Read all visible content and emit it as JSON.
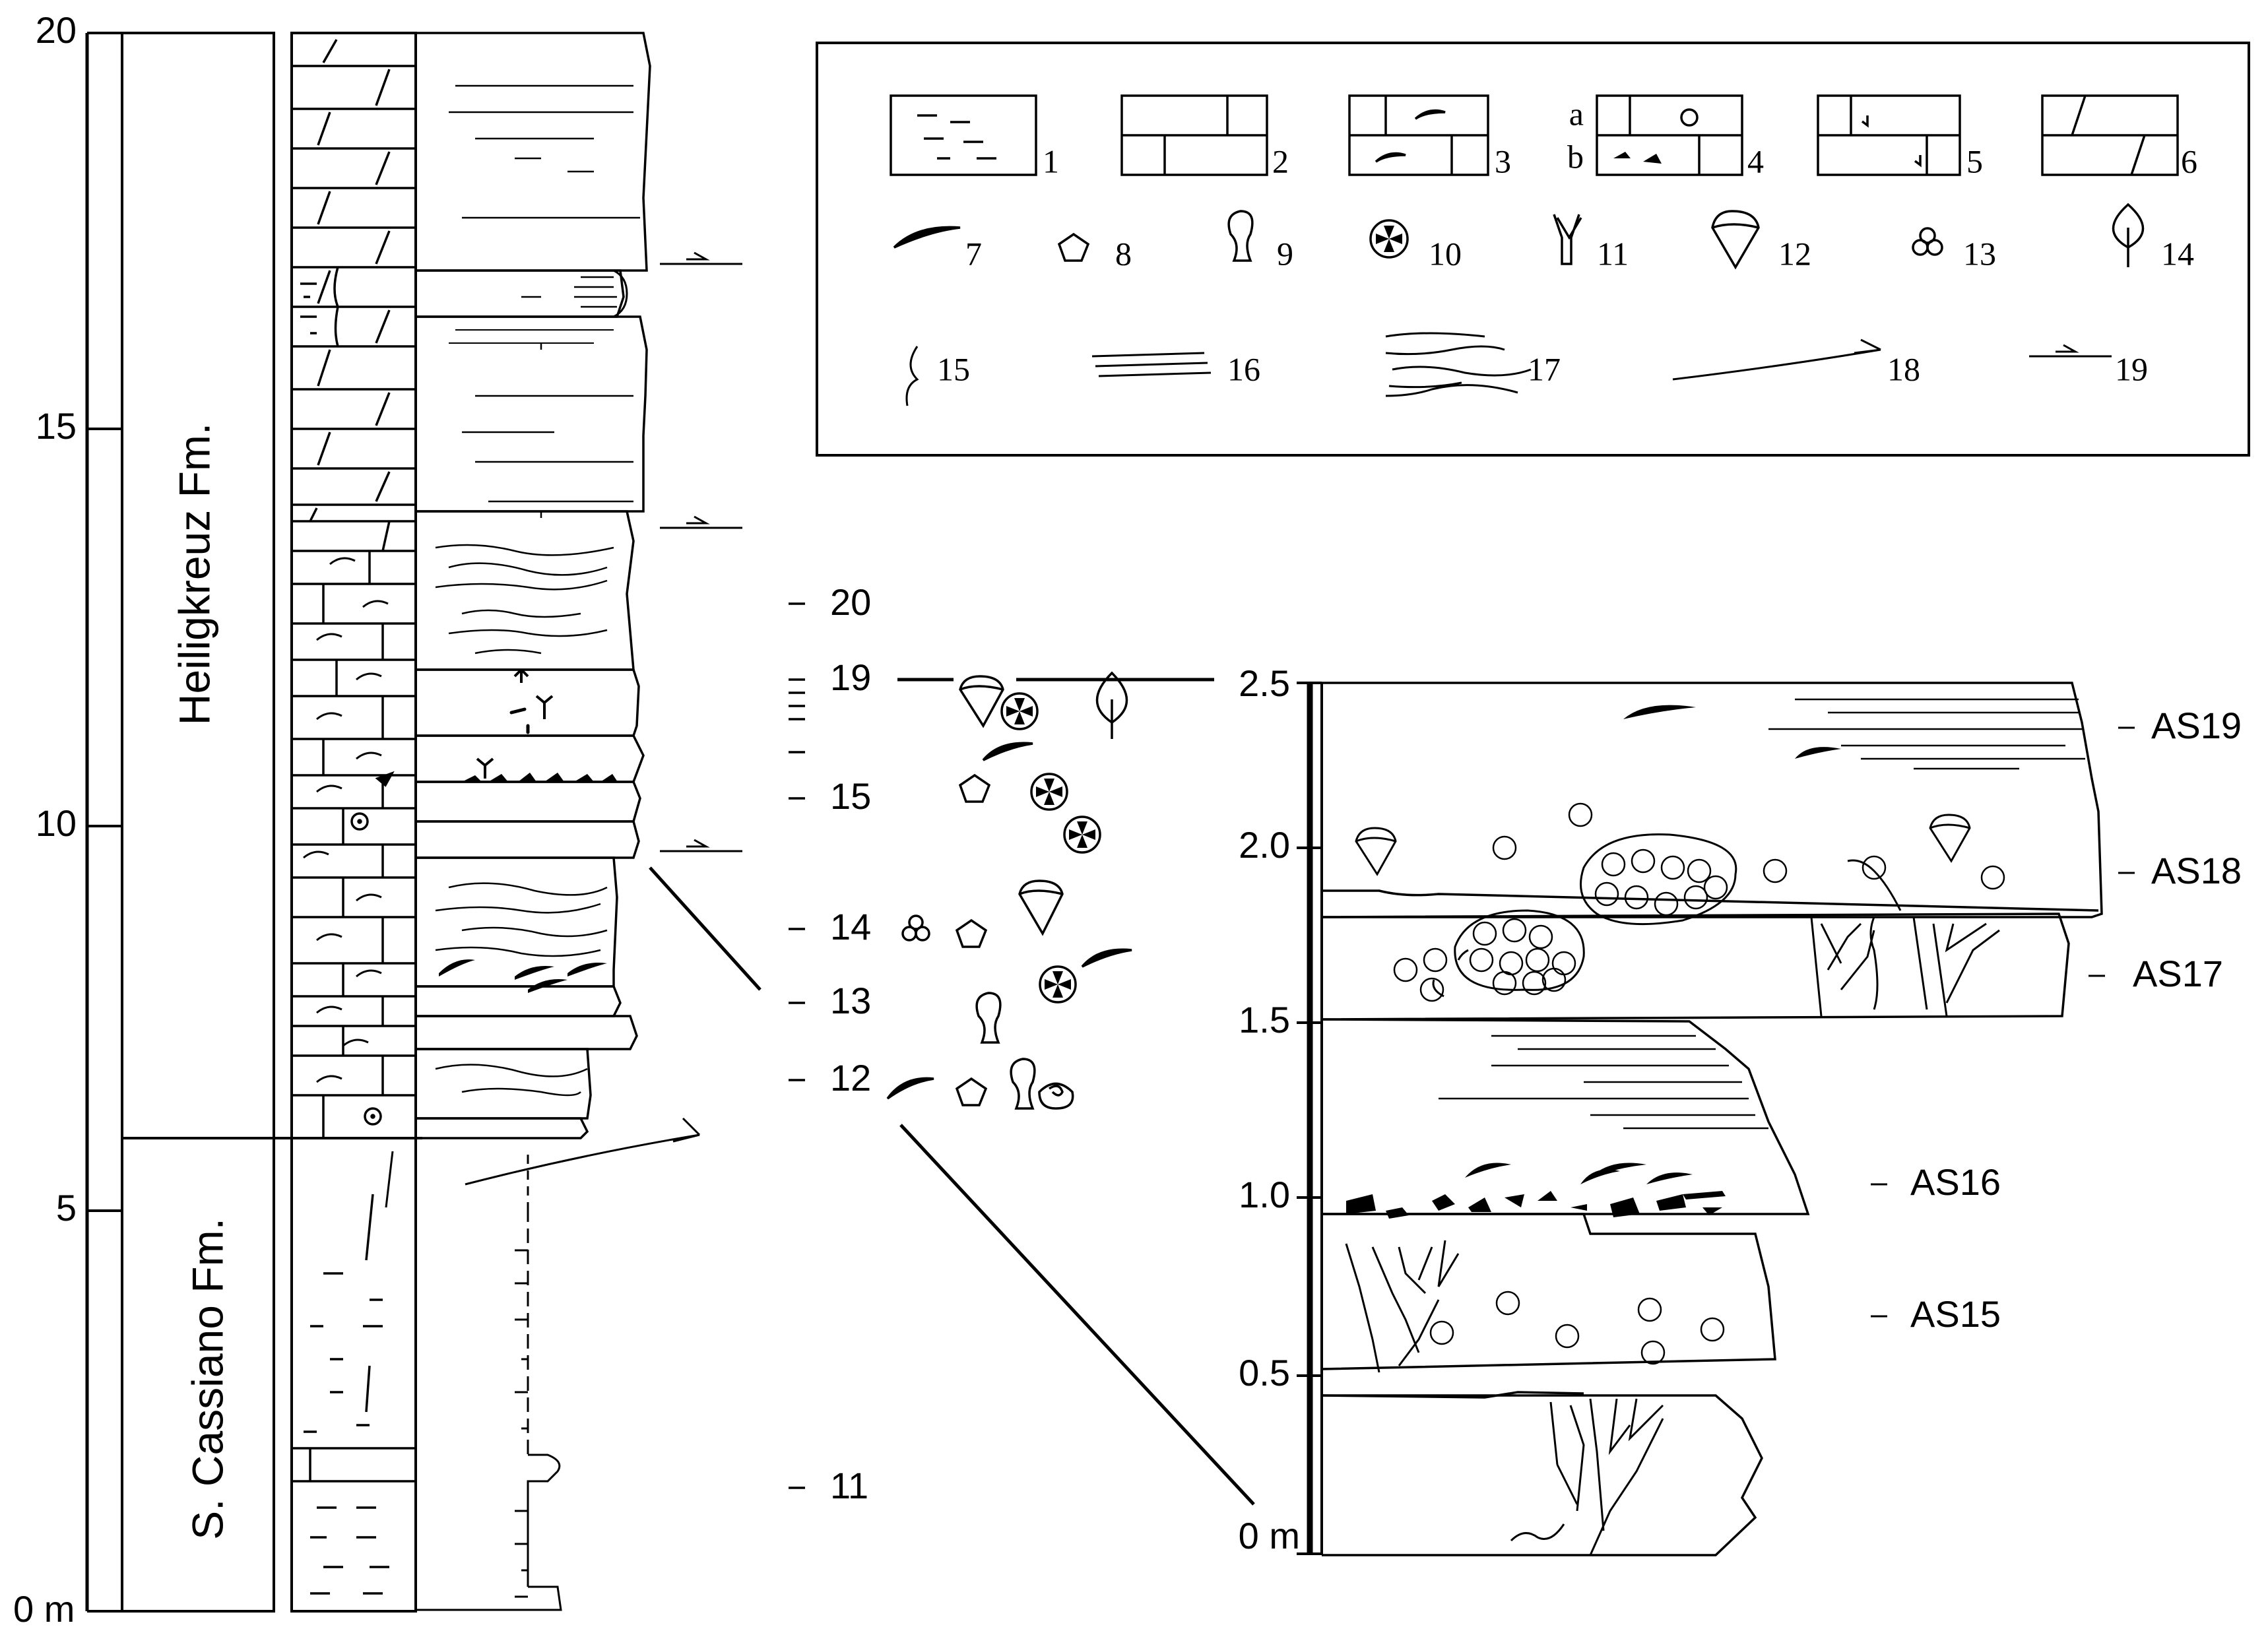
{
  "main_column": {
    "scale_ticks": [
      "0 m",
      "5",
      "10",
      "15",
      "20"
    ],
    "formations": [
      "S. Cassiano Fm.",
      "Heiligkreuz Fm."
    ]
  },
  "sample_ticks": [
    "11",
    "12",
    "13",
    "14",
    "15",
    "19",
    "20"
  ],
  "detail_column": {
    "scale_ticks": [
      "0 m",
      "0.5",
      "1.0",
      "1.5",
      "2.0",
      "2.5"
    ],
    "samples": [
      "AS15",
      "AS16",
      "AS17",
      "AS18",
      "AS19"
    ]
  },
  "legend": {
    "items": [
      "1",
      "2",
      "3",
      "4",
      "5",
      "6",
      "7",
      "8",
      "9",
      "10",
      "11",
      "12",
      "13",
      "14",
      "15",
      "16",
      "17",
      "18",
      "19"
    ],
    "sub_labels": [
      "a",
      "b"
    ]
  },
  "icons": [
    "intraclast-icon",
    "peloid-icon",
    "gastropod-icon",
    "ooid-icon",
    "coral-icon",
    "bivalve-icon",
    "oncoid-icon",
    "plant-icon",
    "root-trace-icon"
  ]
}
